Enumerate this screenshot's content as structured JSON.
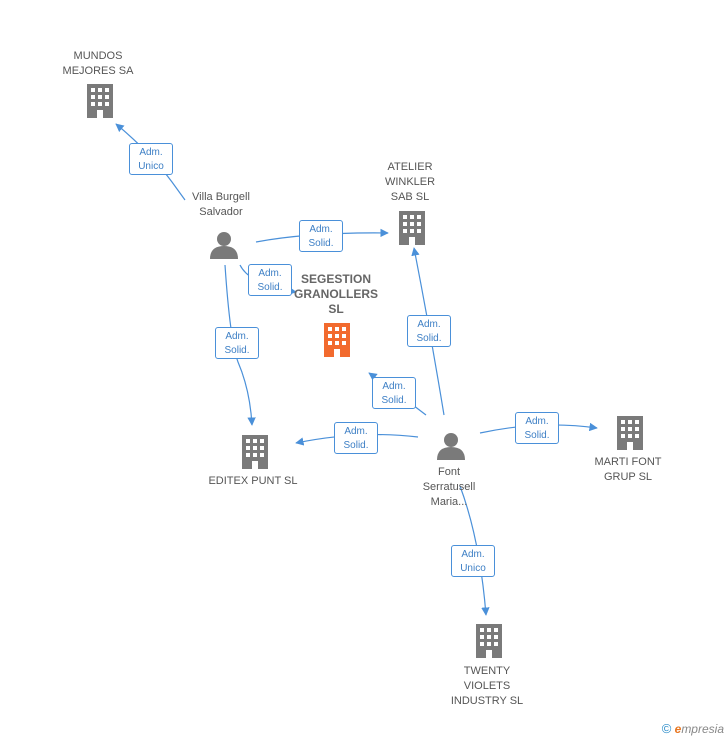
{
  "colors": {
    "edge": "#4a90d9",
    "building": "#7a7a7a",
    "main_building": "#f26a2e",
    "person": "#7a7a7a"
  },
  "nodes": [
    {
      "id": "segestion",
      "label": "SEGESTION\nGRANOLLERS\nSL",
      "type": "company-main"
    },
    {
      "id": "mundos",
      "label": "MUNDOS\nMEJORES SA",
      "type": "company"
    },
    {
      "id": "atelier",
      "label": "ATELIER\nWINKLER\nSAB SL",
      "type": "company"
    },
    {
      "id": "editex",
      "label": "EDITEX PUNT SL",
      "type": "company"
    },
    {
      "id": "martifont",
      "label": "MARTI FONT\nGRUP SL",
      "type": "company"
    },
    {
      "id": "twenty",
      "label": "TWENTY\nVIOLETS\nINDUSTRY SL",
      "type": "company"
    },
    {
      "id": "villa",
      "label": "Villa Burgell\nSalvador",
      "type": "person"
    },
    {
      "id": "font",
      "label": "Font\nSerratusell\nMaria...",
      "type": "person"
    }
  ],
  "edges": [
    {
      "from": "villa",
      "to": "mundos",
      "label": [
        "Adm.",
        "Unico"
      ]
    },
    {
      "from": "villa",
      "to": "atelier",
      "label": [
        "Adm.",
        "Solid."
      ]
    },
    {
      "from": "villa",
      "to": "segestion",
      "label": [
        "Adm.",
        "Solid."
      ]
    },
    {
      "from": "villa",
      "to": "editex",
      "label": [
        "Adm.",
        "Solid."
      ]
    },
    {
      "from": "font",
      "to": "atelier",
      "label": [
        "Adm.",
        "Solid."
      ]
    },
    {
      "from": "font",
      "to": "segestion",
      "label": [
        "Adm.",
        "Solid."
      ]
    },
    {
      "from": "font",
      "to": "editex",
      "label": [
        "Adm.",
        "Solid."
      ]
    },
    {
      "from": "font",
      "to": "martifont",
      "label": [
        "Adm.",
        "Solid."
      ]
    },
    {
      "from": "font",
      "to": "twenty",
      "label": [
        "Adm.",
        "Unico"
      ]
    }
  ],
  "footer": {
    "copyright": "©",
    "brand_e": "e",
    "brand_rest": "mpresia"
  }
}
